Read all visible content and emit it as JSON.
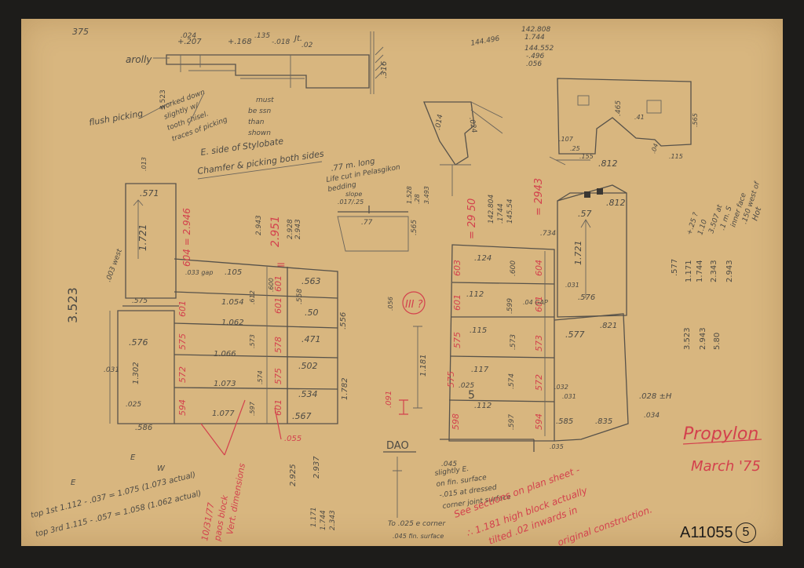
{
  "sheet": {
    "catalog_number": "A11055",
    "sheet_number": "5",
    "corner_number": "375"
  },
  "title_block": {
    "title": "Propylon",
    "date": "March '75"
  },
  "top_sketch": {
    "label_arolly": "arolly",
    "label_flush_picking": "flush picking",
    "dims": [
      ".024",
      "+.207",
      "+.168",
      ".135",
      "-.018",
      "Jt.",
      ".02",
      ".316"
    ],
    "annotations": [
      "worked down",
      "slightly w/",
      "tooth chisel.",
      "traces of picking"
    ],
    "must_be": [
      "must",
      "be ssn",
      "than",
      "shown"
    ],
    "side_note_1": "E. side of Stylobate",
    "side_note_2": "Chamfer & picking both sides",
    "left_vertical": "3 523",
    "top_numbers_1": "144.496",
    "top_numbers_2": [
      "142.808",
      "1.744",
      "144.552",
      "-.496",
      ".056"
    ]
  },
  "center_notes": {
    "line1": ".77 m. long",
    "line2": "Life cut in Pelasgikon",
    "line3": "bedding",
    "slope": [
      "slope",
      ".017/.25"
    ],
    "val_77": ".77",
    "val_565": ".565",
    "red_eq_2951": "2.951",
    "pencil_2943": [
      "2.943",
      "2.928",
      "2.943"
    ],
    "red_eq_2950": "= 29 50",
    "red_eq_2943": "= 2943",
    "pencil_stack": [
      "142.804",
      ".1744",
      "145.54"
    ],
    "pencil_stack2": [
      "1.528",
      ".28",
      "3.493"
    ],
    "question": "III ?",
    "n56": ".056",
    "n1181": "1.181",
    "dao": "DAO",
    "red_091": ".091"
  },
  "left_block": {
    "top_val": ".571",
    "num_1721": "1.721",
    "n003west": ".003 west",
    "n013": ".013",
    "n575": ".575",
    "n033gap": ".033 gap",
    "red_604": "604 = 2.946",
    "rows": [
      {
        "width": ".105",
        "red": "601"
      },
      {
        "width": "1.054",
        "red": "601"
      },
      {
        "width": "1.062",
        "red": "575"
      },
      {
        "width": "1.066",
        "red": "572"
      },
      {
        "width": "1.073",
        "red": "594"
      },
      {
        "width": "1.077",
        "red": "594"
      }
    ],
    "lower": [
      ".576",
      ".031",
      "1.302",
      ".025",
      ".586"
    ],
    "red_mid": [
      "601",
      "601",
      "578",
      "575",
      "601"
    ],
    "pencil_mid": [
      ".600",
      ".612",
      ".573",
      ".574",
      ".597"
    ],
    "right_col": [
      ".563",
      ".50",
      ".471",
      ".502",
      ".534",
      ".567"
    ],
    "side_vals": [
      "1.782",
      ".556",
      ".558"
    ],
    "eq_sign": "=",
    "arrow_label": "1.721",
    "red_055": ".055"
  },
  "right_block": {
    "top_vals": [
      ".57",
      ".812"
    ],
    "num_1721": "1.721",
    "n734": ".734",
    "n576": ".576",
    "n031": ".031",
    "red_col": [
      "603",
      "601",
      "575",
      "575",
      "598"
    ],
    "row_vals": [
      ".124",
      ".112",
      ".115",
      ".117",
      ".112"
    ],
    "mid_vals": [
      ".600",
      ".599",
      ".573",
      ".574",
      ".597"
    ],
    "red_right": [
      "604",
      "601",
      "573",
      "572",
      "594"
    ],
    "gap": ".04 GAP",
    "right_panel": [
      ".821",
      ".577",
      ".032",
      ".031",
      ".585",
      ".835"
    ],
    "bottom": [
      ".028 ±H",
      ".034",
      ".035"
    ],
    "n025": ".025",
    "five": "5"
  },
  "right_notes": {
    "sketch_vals": [
      ".107",
      ".25",
      ".155",
      ".812",
      ".41",
      ".465",
      ".04",
      ".115",
      ".565"
    ],
    "vertical_numbers": [
      ".577",
      "1.171",
      "1.744",
      "2.343",
      "2.943"
    ],
    "lower_numbers": [
      "3.523",
      "2.943",
      "5.80"
    ],
    "rot_text": [
      "Hot",
      ".150 west of",
      "inner face",
      ".1 m. S",
      "3.507 at",
      "1.10",
      "+.25 ?"
    ]
  },
  "bottom_left": {
    "e": "E",
    "w": "W",
    "line1": "top 1st  1.112 - .037 = 1.075 (1.073 actual)",
    "line2": "top 3rd  1.115 - .057 = 1.058 (1.062 actual)",
    "red_note": [
      "10/31/77",
      "paos block",
      "Vert. dimensions"
    ],
    "pencil_vals": [
      "2.925",
      "2.937"
    ],
    "stack": [
      "1.171",
      "1.744",
      "2.343"
    ]
  },
  "bottom_center": {
    "lines": [
      ".045",
      "slightly E.",
      "on fin. surface",
      "-.015 at dressed",
      "corner joint surface"
    ],
    "to_corner": "To .025 e corner",
    "fin": ".045 fin. surface"
  },
  "red_bottom_note": {
    "lines": [
      "See sections on plan sheet -",
      "∴ 1.181 high block actually",
      "tilted .02 inwards in",
      "original construction."
    ]
  }
}
